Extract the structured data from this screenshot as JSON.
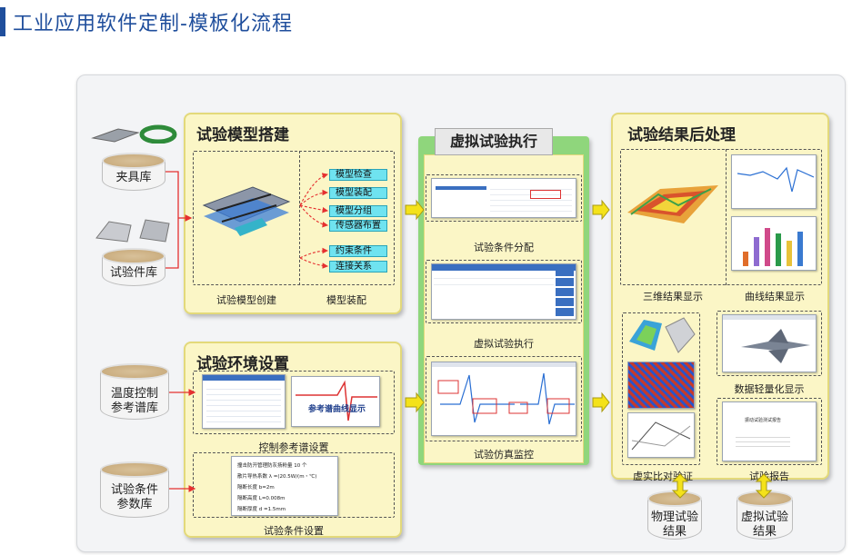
{
  "page": {
    "title": "工业应用软件定制-模板化流程"
  },
  "databases": {
    "fixture": "夹具库",
    "specimen": "试验件库",
    "temperature": [
      "温度控制",
      "参考谱库"
    ],
    "condition": [
      "试验条件",
      "参数库"
    ],
    "physical_result": [
      "物理试验",
      "结果"
    ],
    "virtual_result": [
      "虚拟试验",
      "结果"
    ]
  },
  "model_build": {
    "title": "试验模型搭建",
    "left_caption": "试验模型创建",
    "right_caption": "模型装配",
    "tags": [
      "模型检查",
      "模型装配",
      "模型分组",
      "传感器布置",
      "约束条件",
      "连接关系"
    ]
  },
  "environment": {
    "title": "试验环境设置",
    "curve_text": "参考谱曲线显示",
    "upper_caption": "控制参考谱设置",
    "lower_caption": "试验条件设置",
    "conditions": [
      "撞击防开管理防灰扬粉量 10 个",
      "散片导热系数 λ =(20.5W/(m・℃)",
      "隔断长度 b=2m",
      "隔断高度 L=0.008m",
      "隔断厚度 d =1.5mm"
    ]
  },
  "virtual": {
    "title": "虚拟试验执行",
    "captions": [
      "试验条件分配",
      "虚拟试验执行",
      "试验仿真监控"
    ]
  },
  "post": {
    "title": "试验结果后处理",
    "captions": [
      "三维结果显示",
      "曲线结果显示",
      "数据轻量化显示",
      "虚实比对验证",
      "试验报告"
    ],
    "report_text": "振动试验测试报告"
  },
  "colors": {
    "yellow_panel": "#fbf6c6",
    "green_column": "#8fd67c",
    "tag_cyan": "#6fe3f0",
    "arrow_yellow": "#f4e21a",
    "arrow_red": "#e53030",
    "title_blue": "#1f4e9c"
  }
}
